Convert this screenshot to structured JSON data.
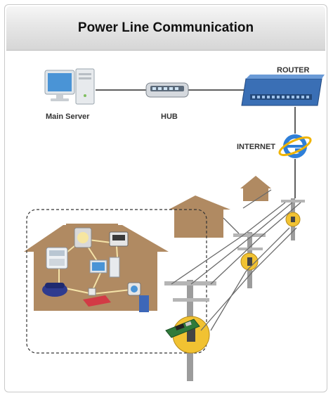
{
  "header": {
    "title": "Power Line Communication"
  },
  "labels": {
    "main_server": "Main Server",
    "hub": "HUB",
    "router": "ROUTER",
    "internet": "INTERNET"
  },
  "colors": {
    "router_blue": "#3a6fb5",
    "house_tan": "#b08a62",
    "cable": "#2a2a2a",
    "pole_gray": "#9c9c9c",
    "meter_yellow": "#f1c232"
  },
  "icons": [
    "computer-icon",
    "hub-icon",
    "router-icon",
    "internet-explorer-icon",
    "telephone-icon",
    "fax-icon",
    "camera-icon",
    "meter-icon",
    "lamp-icon",
    "modem-icon"
  ]
}
